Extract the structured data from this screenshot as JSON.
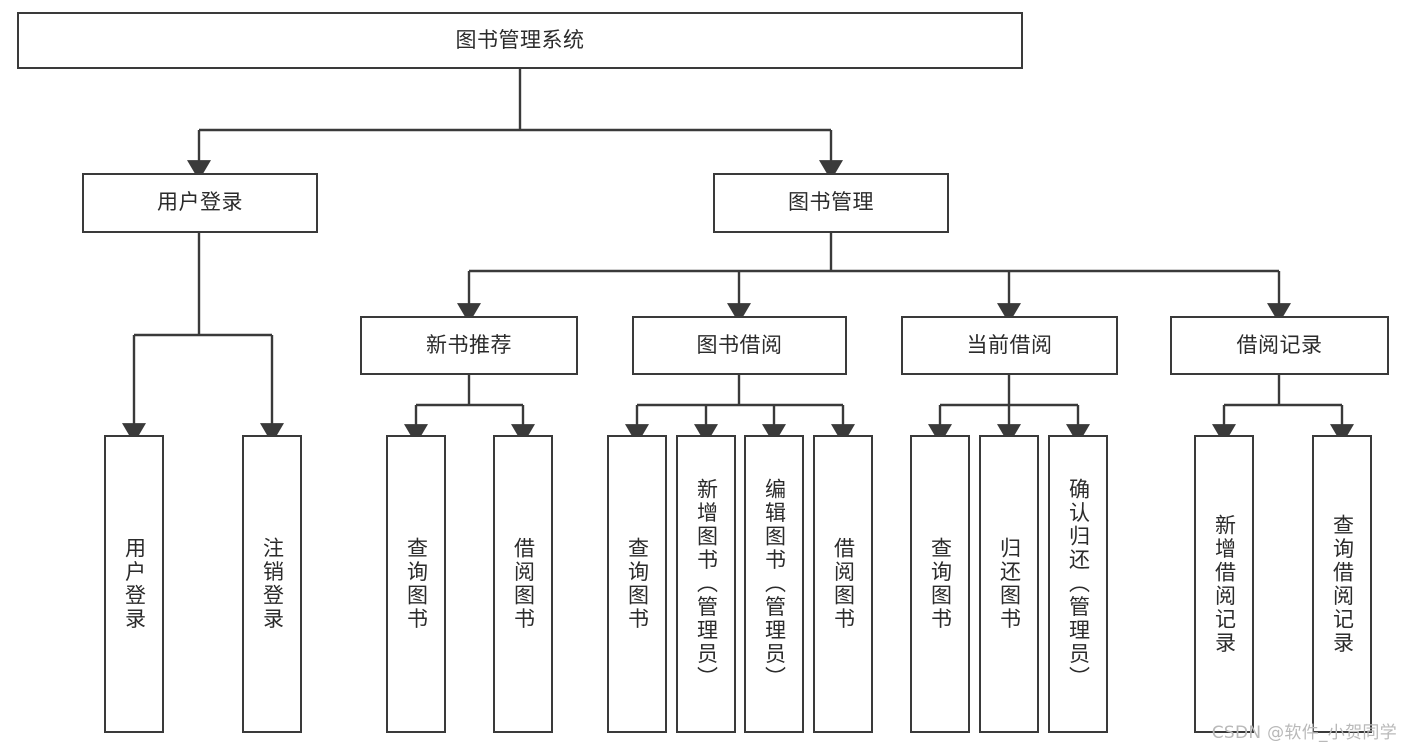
{
  "diagram": {
    "type": "tree-hierarchy-diagram",
    "title": "图书管理系统",
    "watermark": "CSDN @软件_小贺同学",
    "colors": {
      "box_border": "#3a3a3a",
      "box_fill": "#ffffff",
      "connector": "#3a3a3a",
      "text": "#2b2b2b",
      "watermark": "#b9b9b9",
      "background": "#ffffff"
    },
    "root": {
      "label": "图书管理系统"
    },
    "level2": [
      {
        "label": "用户登录"
      },
      {
        "label": "图书管理"
      }
    ],
    "level3": [
      {
        "label": "新书推荐"
      },
      {
        "label": "图书借阅"
      },
      {
        "label": "当前借阅"
      },
      {
        "label": "借阅记录"
      }
    ],
    "leaves": {
      "user_login": [
        {
          "label": "用户登录"
        },
        {
          "label": "注销登录"
        }
      ],
      "new_book_recommend": [
        {
          "label": "查询图书"
        },
        {
          "label": "借阅图书"
        }
      ],
      "book_borrow": [
        {
          "label": "查询图书"
        },
        {
          "label": "新增图书（管理员）"
        },
        {
          "label": "编辑图书（管理员）"
        },
        {
          "label": "借阅图书"
        }
      ],
      "current_borrow": [
        {
          "label": "查询图书"
        },
        {
          "label": "归还图书"
        },
        {
          "label": "确认归还（管理员）"
        }
      ],
      "borrow_record": [
        {
          "label": "新增借阅记录"
        },
        {
          "label": "查询借阅记录"
        }
      ]
    }
  }
}
